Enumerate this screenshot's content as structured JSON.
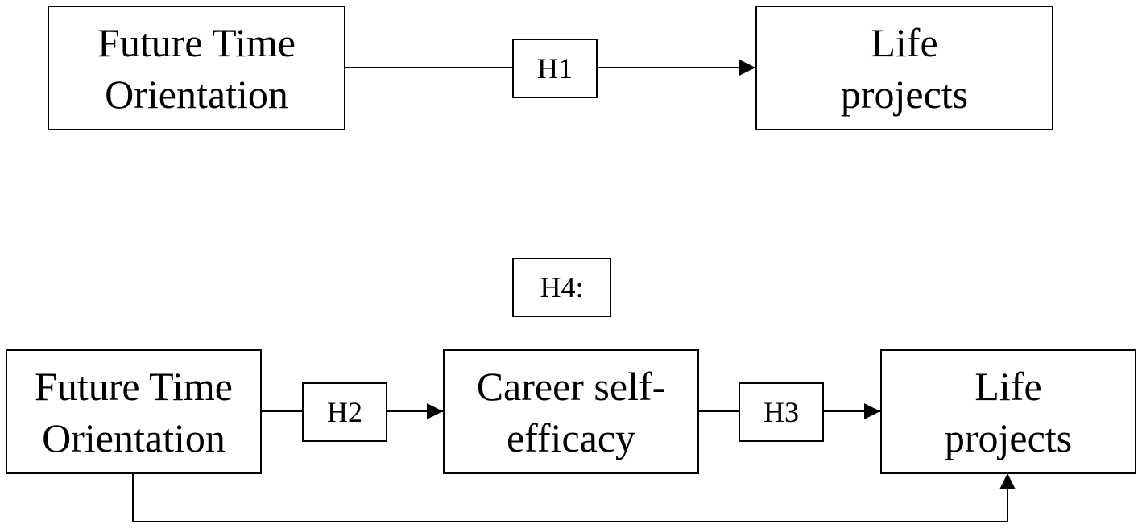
{
  "top_model": {
    "source_box": {
      "line1": "Future Time",
      "line2": "Orientation"
    },
    "path_label": "H1",
    "target_box": {
      "line1": "Life",
      "line2": "projects"
    }
  },
  "bottom_model": {
    "mediation_label": "H4:",
    "source_box": {
      "line1": "Future Time",
      "line2": "Orientation"
    },
    "path_a_label": "H2",
    "mediator_box": {
      "line1": "Career self-",
      "line2": "efficacy"
    },
    "path_b_label": "H3",
    "target_box": {
      "line1": "Life",
      "line2": "projects"
    }
  }
}
